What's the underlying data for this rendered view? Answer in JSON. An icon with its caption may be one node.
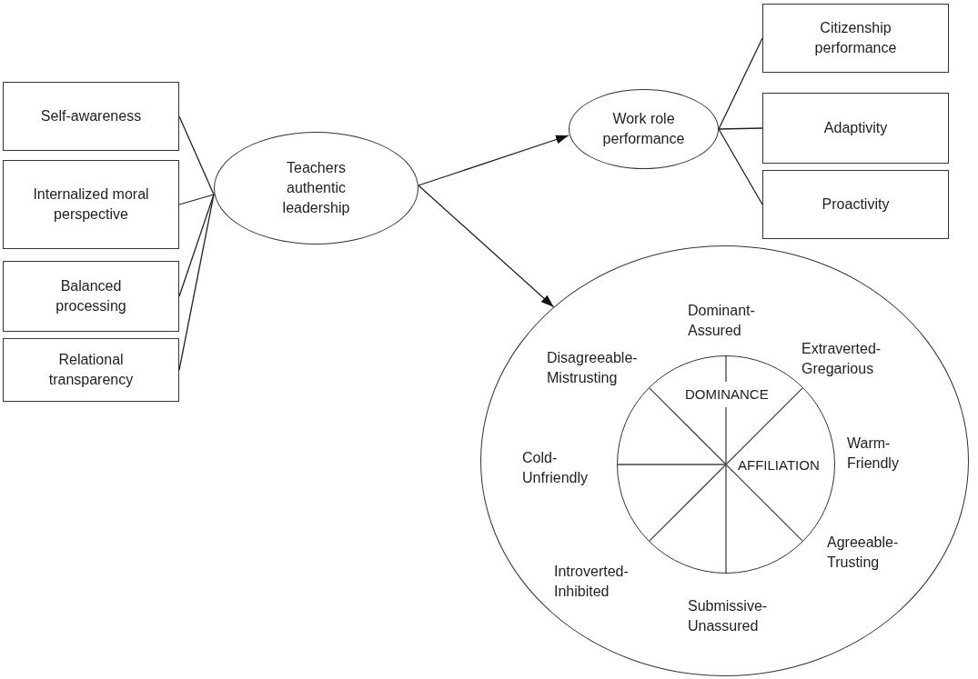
{
  "diagram": {
    "nodes": [
      {
        "text": [
          "Self-awareness"
        ]
      },
      {
        "text": [
          "Internalized moral perspective"
        ]
      },
      {
        "text": [
          "Balanced processing"
        ]
      },
      {
        "text": [
          "Relational transparency"
        ]
      },
      {
        "text": [
          "Teachers authentic leadership"
        ]
      },
      {
        "text": [
          "Work role performance"
        ]
      },
      {
        "text": [
          "Citizenship performance"
        ]
      },
      {
        "text": [
          "Adaptivity"
        ]
      },
      {
        "text": [
          "Proactivity"
        ]
      },
      {
        "text": [
          "Dominant-Assured",
          "Extraverted-Gregarious",
          "Disagreeable-Mistrusting",
          "Warm-Friendly",
          "Cold-Unfriendly",
          "Agreeable-Trusting",
          "Introverted-Inhibited",
          "Submissive-Unassured"
        ]
      },
      {
        "text": [
          "DOMINANCE",
          "AFFILIATION"
        ],
        "in": 9
      }
    ],
    "edges": [
      {
        "from": 0,
        "to": 4,
        "arrow": "none"
      },
      {
        "from": 1,
        "to": 4,
        "arrow": "none"
      },
      {
        "from": 2,
        "to": 4,
        "arrow": "none"
      },
      {
        "from": 3,
        "to": 4,
        "arrow": "none"
      },
      {
        "from": 4,
        "to": 5,
        "arrow": "to"
      },
      {
        "from": 4,
        "to": 9,
        "arrow": "to"
      },
      {
        "from": 5,
        "to": 6,
        "arrow": "none"
      },
      {
        "from": 5,
        "to": 7,
        "arrow": "none"
      },
      {
        "from": 5,
        "to": 8,
        "arrow": "none"
      }
    ]
  }
}
